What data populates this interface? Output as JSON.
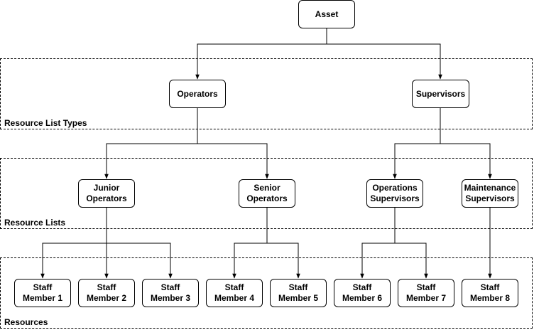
{
  "bands": {
    "types": "Resource List Types",
    "lists": "Resource Lists",
    "resources": "Resources"
  },
  "nodes": {
    "asset": "Asset",
    "operators": "Operators",
    "supervisors": "Supervisors",
    "junior": [
      "Junior",
      "Operators"
    ],
    "senior": [
      "Senior",
      "Operators"
    ],
    "ops_sup": [
      "Operations",
      "Supervisors"
    ],
    "maint_sup": [
      "Maintenance",
      "Supervisors"
    ],
    "staff": [
      [
        "Staff",
        "Member 1"
      ],
      [
        "Staff",
        "Member 2"
      ],
      [
        "Staff",
        "Member 3"
      ],
      [
        "Staff",
        "Member 4"
      ],
      [
        "Staff",
        "Member 5"
      ],
      [
        "Staff",
        "Member 6"
      ],
      [
        "Staff",
        "Member 7"
      ],
      [
        "Staff",
        "Member 8"
      ]
    ]
  },
  "colors": {
    "line": "#000000",
    "node_fill": "#ffffff"
  }
}
